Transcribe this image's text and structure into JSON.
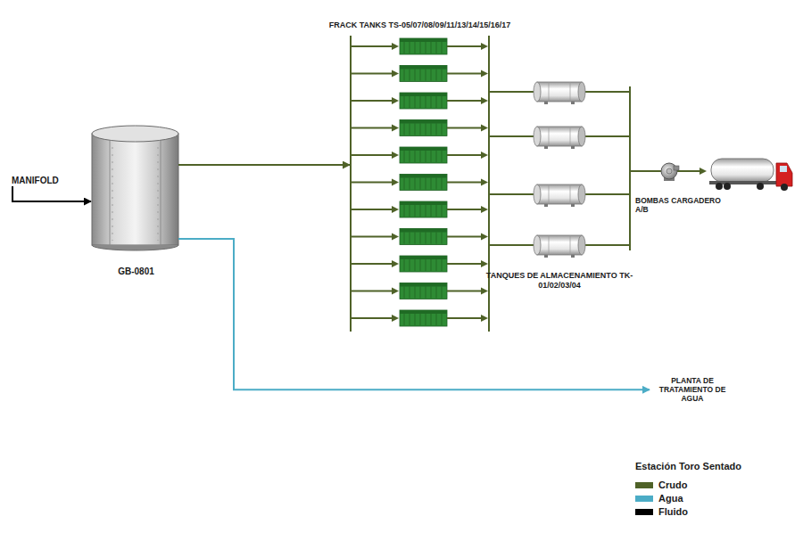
{
  "diagram": {
    "nodes": [
      {
        "text": [
          "MANIFOLD"
        ]
      },
      {
        "text": [
          "GB-0801"
        ]
      },
      {
        "text": [
          "FRACK TANKS TS-05/07/08/09/11/13/14/15/16/17"
        ]
      },
      {
        "text": [
          "TANQUES DE ALMACENAMIENTO TK-01/02/03/04"
        ]
      },
      {
        "text": [
          "BOMBAS CARGADERO A/B"
        ]
      },
      {
        "text": [
          "PLANTA DE TRATAMIENTO DE AGUA"
        ]
      }
    ],
    "edges": [
      {
        "from": 0,
        "to": 1,
        "arrow": "to"
      },
      {
        "from": 1,
        "to": 2,
        "arrow": "to"
      },
      {
        "from": 2,
        "to": 3,
        "arrow": "none"
      },
      {
        "from": 3,
        "to": 4,
        "arrow": "none"
      },
      {
        "from": 1,
        "to": 5,
        "arrow": "to"
      }
    ],
    "labels": [
      "Estación Toro Sentado"
    ],
    "legend": [
      {
        "text": "Crudo",
        "color": "#4f6228"
      },
      {
        "text": "Agua",
        "color": "#4bacc6"
      },
      {
        "text": "Fluido",
        "color": "#000000"
      }
    ]
  }
}
